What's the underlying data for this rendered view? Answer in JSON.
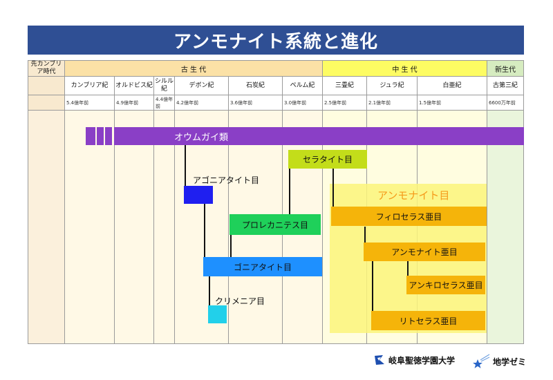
{
  "title": "アンモナイト系統と進化",
  "eras": {
    "precambrian": "先カンブリア時代",
    "paleozoic": "古 生 代",
    "mesozoic": "中 生 代",
    "cenozoic": "新生代"
  },
  "periods": [
    "カンブリア紀",
    "オルドビス紀",
    "シルル紀",
    "デボン紀",
    "石炭紀",
    "ペルム紀",
    "三畳紀",
    "ジュラ紀",
    "白亜紀",
    "古第三紀"
  ],
  "ages": [
    "5.4億年前",
    "4.9億年前",
    "4.4億年前",
    "4.2億年前",
    "3.6億年前",
    "3.0億年前",
    "2.5億年前",
    "2.1億年前",
    "1.5億年前",
    "6600万年前"
  ],
  "groups": {
    "nautiloid": "オウムガイ類",
    "ceratite": "セラタイト目",
    "agoniatite": "アゴニアタイト目",
    "ammonite_order": "アンモナイト目",
    "phylloceras": "フィロセラス亜目",
    "prolecanites": "プロレカニテス目",
    "ammonite_suborder": "アンモナイト亜目",
    "goniatite": "ゴニアタイト目",
    "ancyloceras": "アンキロセラス亜目",
    "clymenia": "クリメニア目",
    "lytoceras": "リトセラス亜目"
  },
  "colors": {
    "title_bg": "#2f4f94",
    "nautiloid": "#8a3fc6",
    "ceratite": "#c3dd1a",
    "agoniatite": "#1f1ff0",
    "prolecanites": "#1fd05a",
    "goniatite": "#1e90ff",
    "clymenia": "#22d0ea",
    "ammonite_order_bg": "#fbf57a",
    "ammonite_order_text": "#f59a1a",
    "suborder": "#f5b40a"
  },
  "footer": {
    "university": "岐阜聖徳学園大学",
    "lab": "地学ゼミ"
  }
}
